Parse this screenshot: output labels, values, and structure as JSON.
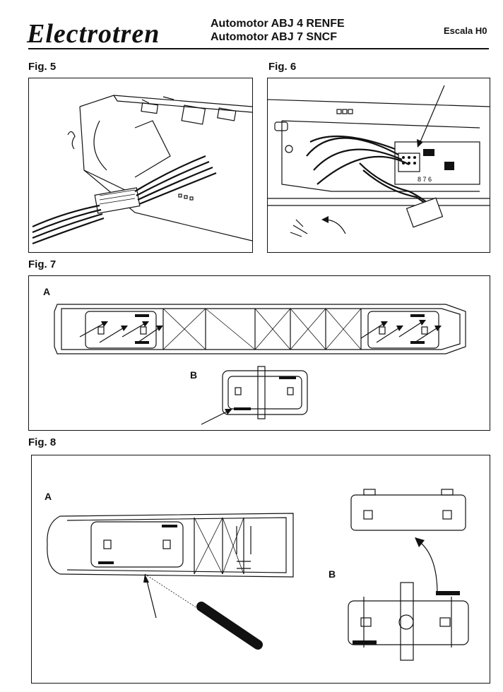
{
  "header": {
    "brand": "Electrotren",
    "title_line1": "Automotor ABJ 4 RENFE",
    "title_line2": "Automotor ABJ 7 SNCF",
    "scale": "Escala H0"
  },
  "figures": {
    "fig5": {
      "label": "Fig. 5"
    },
    "fig6": {
      "label": "Fig. 6",
      "decoder_pins": "8 7 6"
    },
    "fig7": {
      "label": "Fig. 7",
      "part_a": "A",
      "part_b": "B"
    },
    "fig8": {
      "label": "Fig. 8",
      "part_a": "A",
      "part_b": "B"
    }
  }
}
